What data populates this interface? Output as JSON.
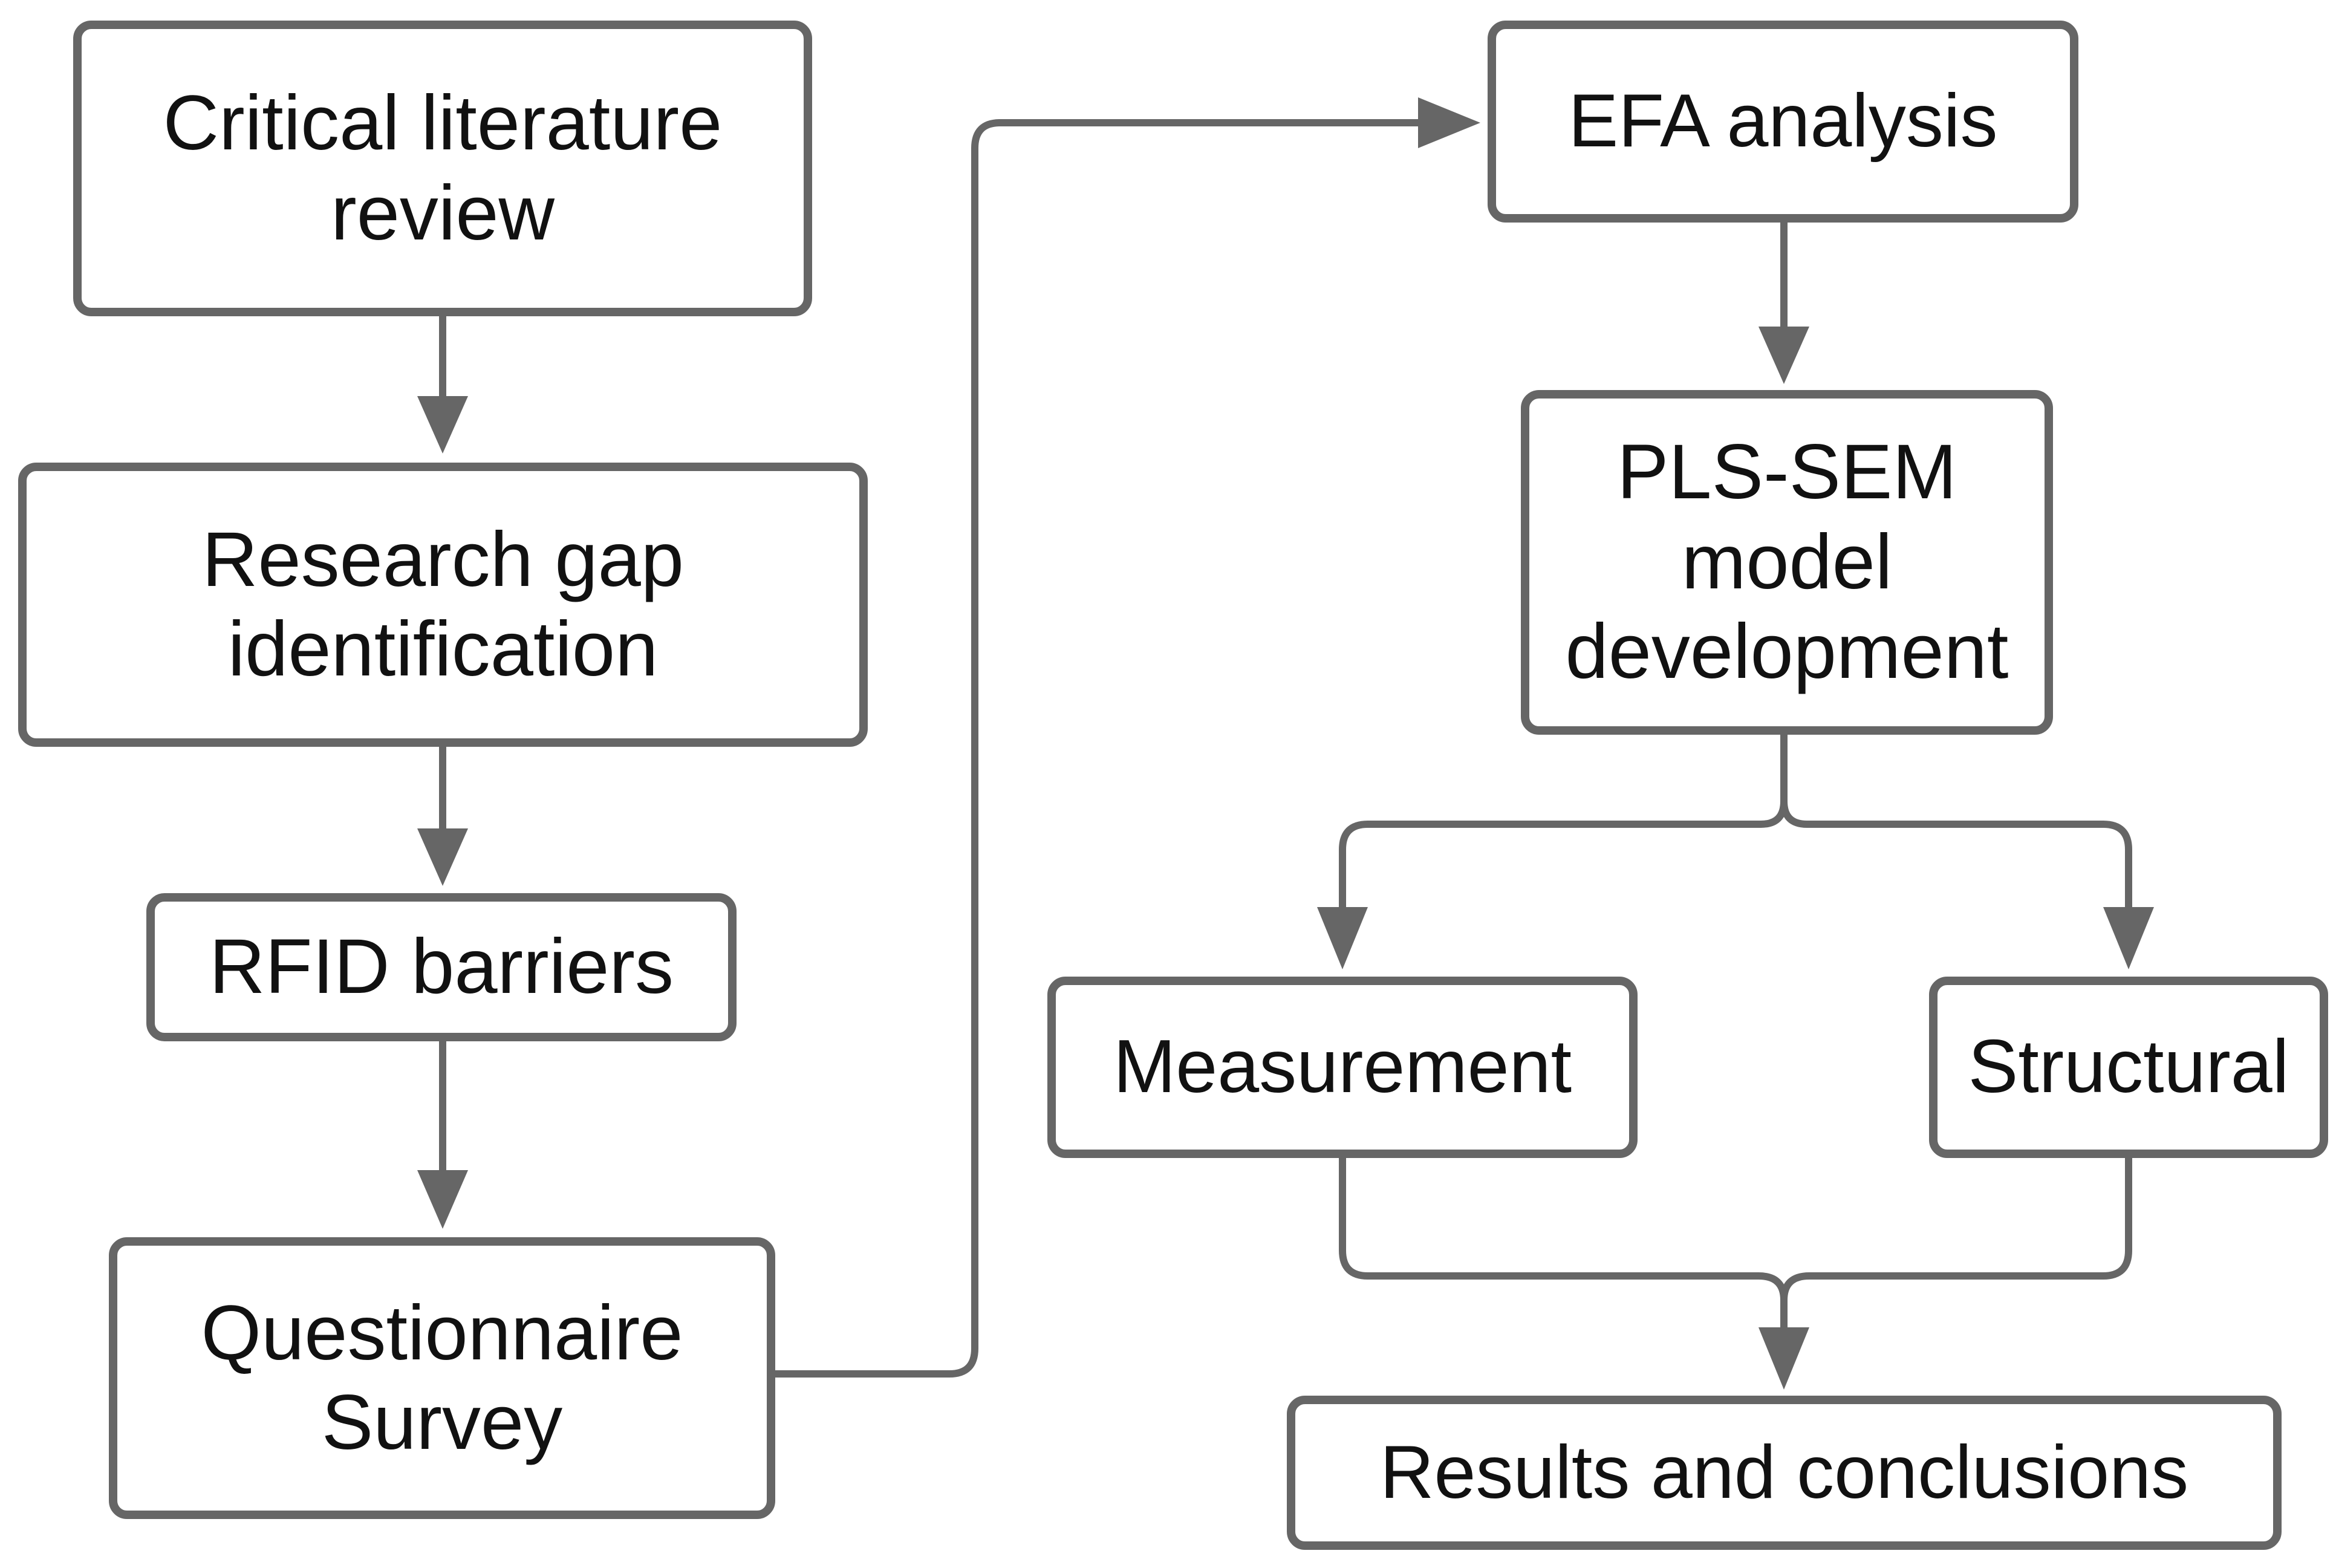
{
  "diagram": {
    "colors": {
      "stroke": "#666666",
      "text": "#111111",
      "background": "#ffffff"
    },
    "nodes": {
      "literature_review": {
        "lines": [
          "Critical literature",
          "review"
        ]
      },
      "research_gap": {
        "lines": [
          "Research gap",
          "identification"
        ]
      },
      "rfid_barriers": {
        "lines": [
          "RFID barriers"
        ]
      },
      "questionnaire": {
        "lines": [
          "Questionnaire",
          "Survey"
        ]
      },
      "efa": {
        "lines": [
          "EFA analysis"
        ]
      },
      "pls_sem": {
        "lines": [
          "PLS-SEM",
          "model",
          "development"
        ]
      },
      "measurement": {
        "lines": [
          "Measurement"
        ]
      },
      "structural": {
        "lines": [
          "Structural"
        ]
      },
      "results": {
        "lines": [
          "Results and conclusions"
        ]
      }
    },
    "edges": [
      {
        "from": "literature_review",
        "to": "research_gap"
      },
      {
        "from": "research_gap",
        "to": "rfid_barriers"
      },
      {
        "from": "rfid_barriers",
        "to": "questionnaire"
      },
      {
        "from": "questionnaire",
        "to": "efa"
      },
      {
        "from": "efa",
        "to": "pls_sem"
      },
      {
        "from": "pls_sem",
        "to": "measurement"
      },
      {
        "from": "pls_sem",
        "to": "structural"
      },
      {
        "from": "measurement",
        "to": "results"
      },
      {
        "from": "structural",
        "to": "results"
      }
    ]
  }
}
